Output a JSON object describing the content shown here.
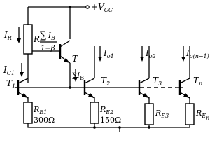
{
  "supply": {
    "label": "+V",
    "sub": "CC"
  },
  "resistor_r": {
    "label": "R"
  },
  "formula": {
    "sigma": "∑",
    "numerator": "I",
    "num_sub": "B",
    "denominator": "1+β"
  },
  "currents": {
    "i_r": {
      "label": "I",
      "sub": "R"
    },
    "i_c1": {
      "label": "I",
      "sub": "C1"
    },
    "sum_ib": {
      "sigma": "∑",
      "label": "I",
      "sub": "B"
    },
    "i_o1": {
      "label": "I",
      "sub": "o1"
    },
    "i_o2": {
      "label": "I",
      "sub": "o2"
    },
    "i_on": {
      "label": "I",
      "sub": "o(n−1)"
    }
  },
  "transistors": [
    {
      "label": "T",
      "sub": ""
    },
    {
      "label": "T",
      "sub": "1"
    },
    {
      "label": "T",
      "sub": "2"
    },
    {
      "label": "T",
      "sub": "3"
    },
    {
      "label": "T",
      "sub": "n"
    }
  ],
  "emitter_resistors": [
    {
      "label": "R",
      "sub": "E1",
      "value": "300Ω"
    },
    {
      "label": "R",
      "sub": "E2",
      "value": "150Ω"
    },
    {
      "label": "R",
      "sub": "E3",
      "value": ""
    },
    {
      "label": "R",
      "sub": "E",
      "subsub": "n",
      "value": ""
    }
  ]
}
